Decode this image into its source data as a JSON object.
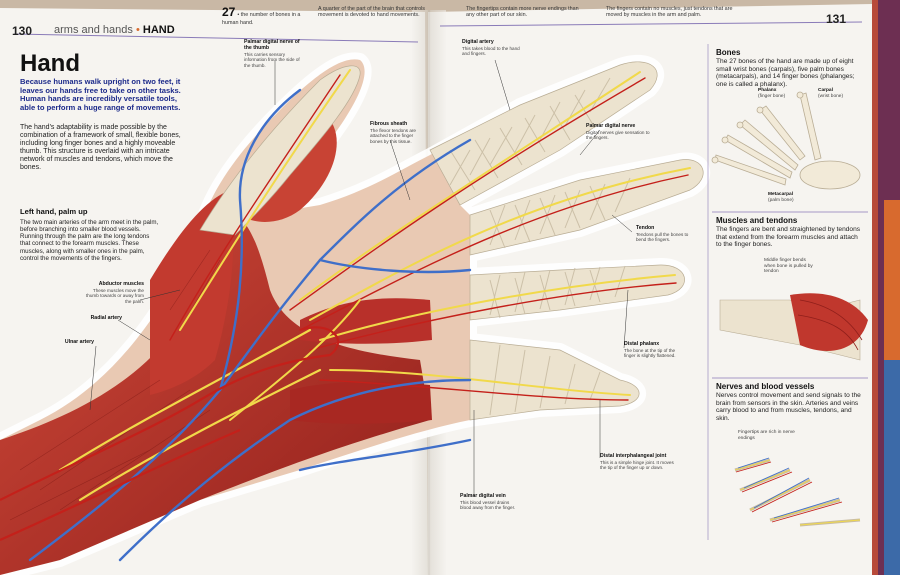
{
  "header": {
    "left_page_number": "130",
    "section_left": "arms and hands",
    "section_dot": "•",
    "section_right": "HAND",
    "fact_27_number": "27",
    "fact_27_text": "• the number of bones in a human hand.",
    "fact_quarter": "A quarter of the part of the brain that controls movement is devoted to hand movements.",
    "fact_fingertips": "The fingertips contain more nerve endings than any other part of our skin.",
    "fact_no_muscles": "The fingers contain no muscles, just tendons that are moved by muscles in the arm and palm.",
    "right_page_number": "131"
  },
  "main": {
    "title": "Hand",
    "intro": "Because humans walk upright on two feet, it leaves our hands free to take on other tasks. Human hands are incredibly versatile tools, able to perform a huge range of movements.",
    "body": "The hand's adaptability is made possible by the combination of a framework of small, flexible bones, including long finger bones and a highly moveable thumb. This structure is overlaid with an intricate network of muscles and tendons, which move the bones.",
    "left_hand_title": "Left hand, palm up",
    "left_hand_text": "The two main arteries of the arm meet in the palm, before branching into smaller blood vessels. Running through the palm are the long tendons that connect to the forearm muscles. These muscles, along with smaller ones in the palm, control the movements of the fingers."
  },
  "labels": {
    "palmar_nerve_thumb_title": "Palmar digital nerve of the thumb",
    "palmar_nerve_thumb_text": "This carries sensory information from the side of the thumb.",
    "fibrous_sheath_title": "Fibrous sheath",
    "fibrous_sheath_text": "The flexor tendons are attached to the finger bones by this tissue.",
    "digital_artery_title": "Digital artery",
    "digital_artery_text": "This takes blood to the hand and fingers.",
    "palmar_digital_nerve_title": "Palmar digital nerve",
    "palmar_digital_nerve_text": "Digital nerves give sensation to the fingers.",
    "tendon_title": "Tendon",
    "tendon_text": "Tendons pull the bones to bend the fingers.",
    "distal_phalanx_title": "Distal phalanx",
    "distal_phalanx_text": "The bone at the tip of the finger is slightly flattened.",
    "dip_joint_title": "Distal interphalangeal joint",
    "dip_joint_text": "This is a simple hinge joint. It moves the tip of the finger up or down.",
    "palmar_vein_title": "Palmar digital vein",
    "palmar_vein_text": "This blood vessel drains blood away from the finger.",
    "abductor_title": "Abductor muscles",
    "abductor_text": "These muscles move the thumb towards or away from the palm.",
    "radial_artery_title": "Radial artery",
    "ulnar_artery_title": "Ulnar artery"
  },
  "panels": {
    "bones_title": "Bones",
    "bones_text": "The 27 bones of the hand are made up of eight small wrist bones (carpals), five palm bones (metacarpals), and 14 finger bones (phalanges; one is called a phalanx).",
    "phalanx_label": "Phalanx",
    "phalanx_sub": "(finger bone)",
    "carpal_label": "Carpal",
    "carpal_sub": "(wrist bone)",
    "metacarpal_label": "Metacarpal",
    "metacarpal_sub": "(palm bone)",
    "muscles_title": "Muscles and tendons",
    "muscles_text": "The fingers are bent and straightened by tendons that extend from the forearm muscles and attach to the finger bones.",
    "middle_finger_note": "Middle finger bends when bone is pulled by tendon",
    "nerves_title": "Nerves and blood vessels",
    "nerves_text": "Nerves control movement and send signals to the brain from sensors in the skin. Arteries and veins carry blood to and from muscles, tendons, and skin.",
    "fingertips_note": "Fingertips are rich in nerve endings"
  },
  "colors": {
    "page": "#f6f4f0",
    "muscle": "#b8302a",
    "tendon": "#ece3cf",
    "nerve": "#f1d94a",
    "vein": "#3f6fc9",
    "artery": "#c4201a",
    "intro_blue": "#1c2a8a",
    "rule_purple": "#8a7bb8"
  }
}
